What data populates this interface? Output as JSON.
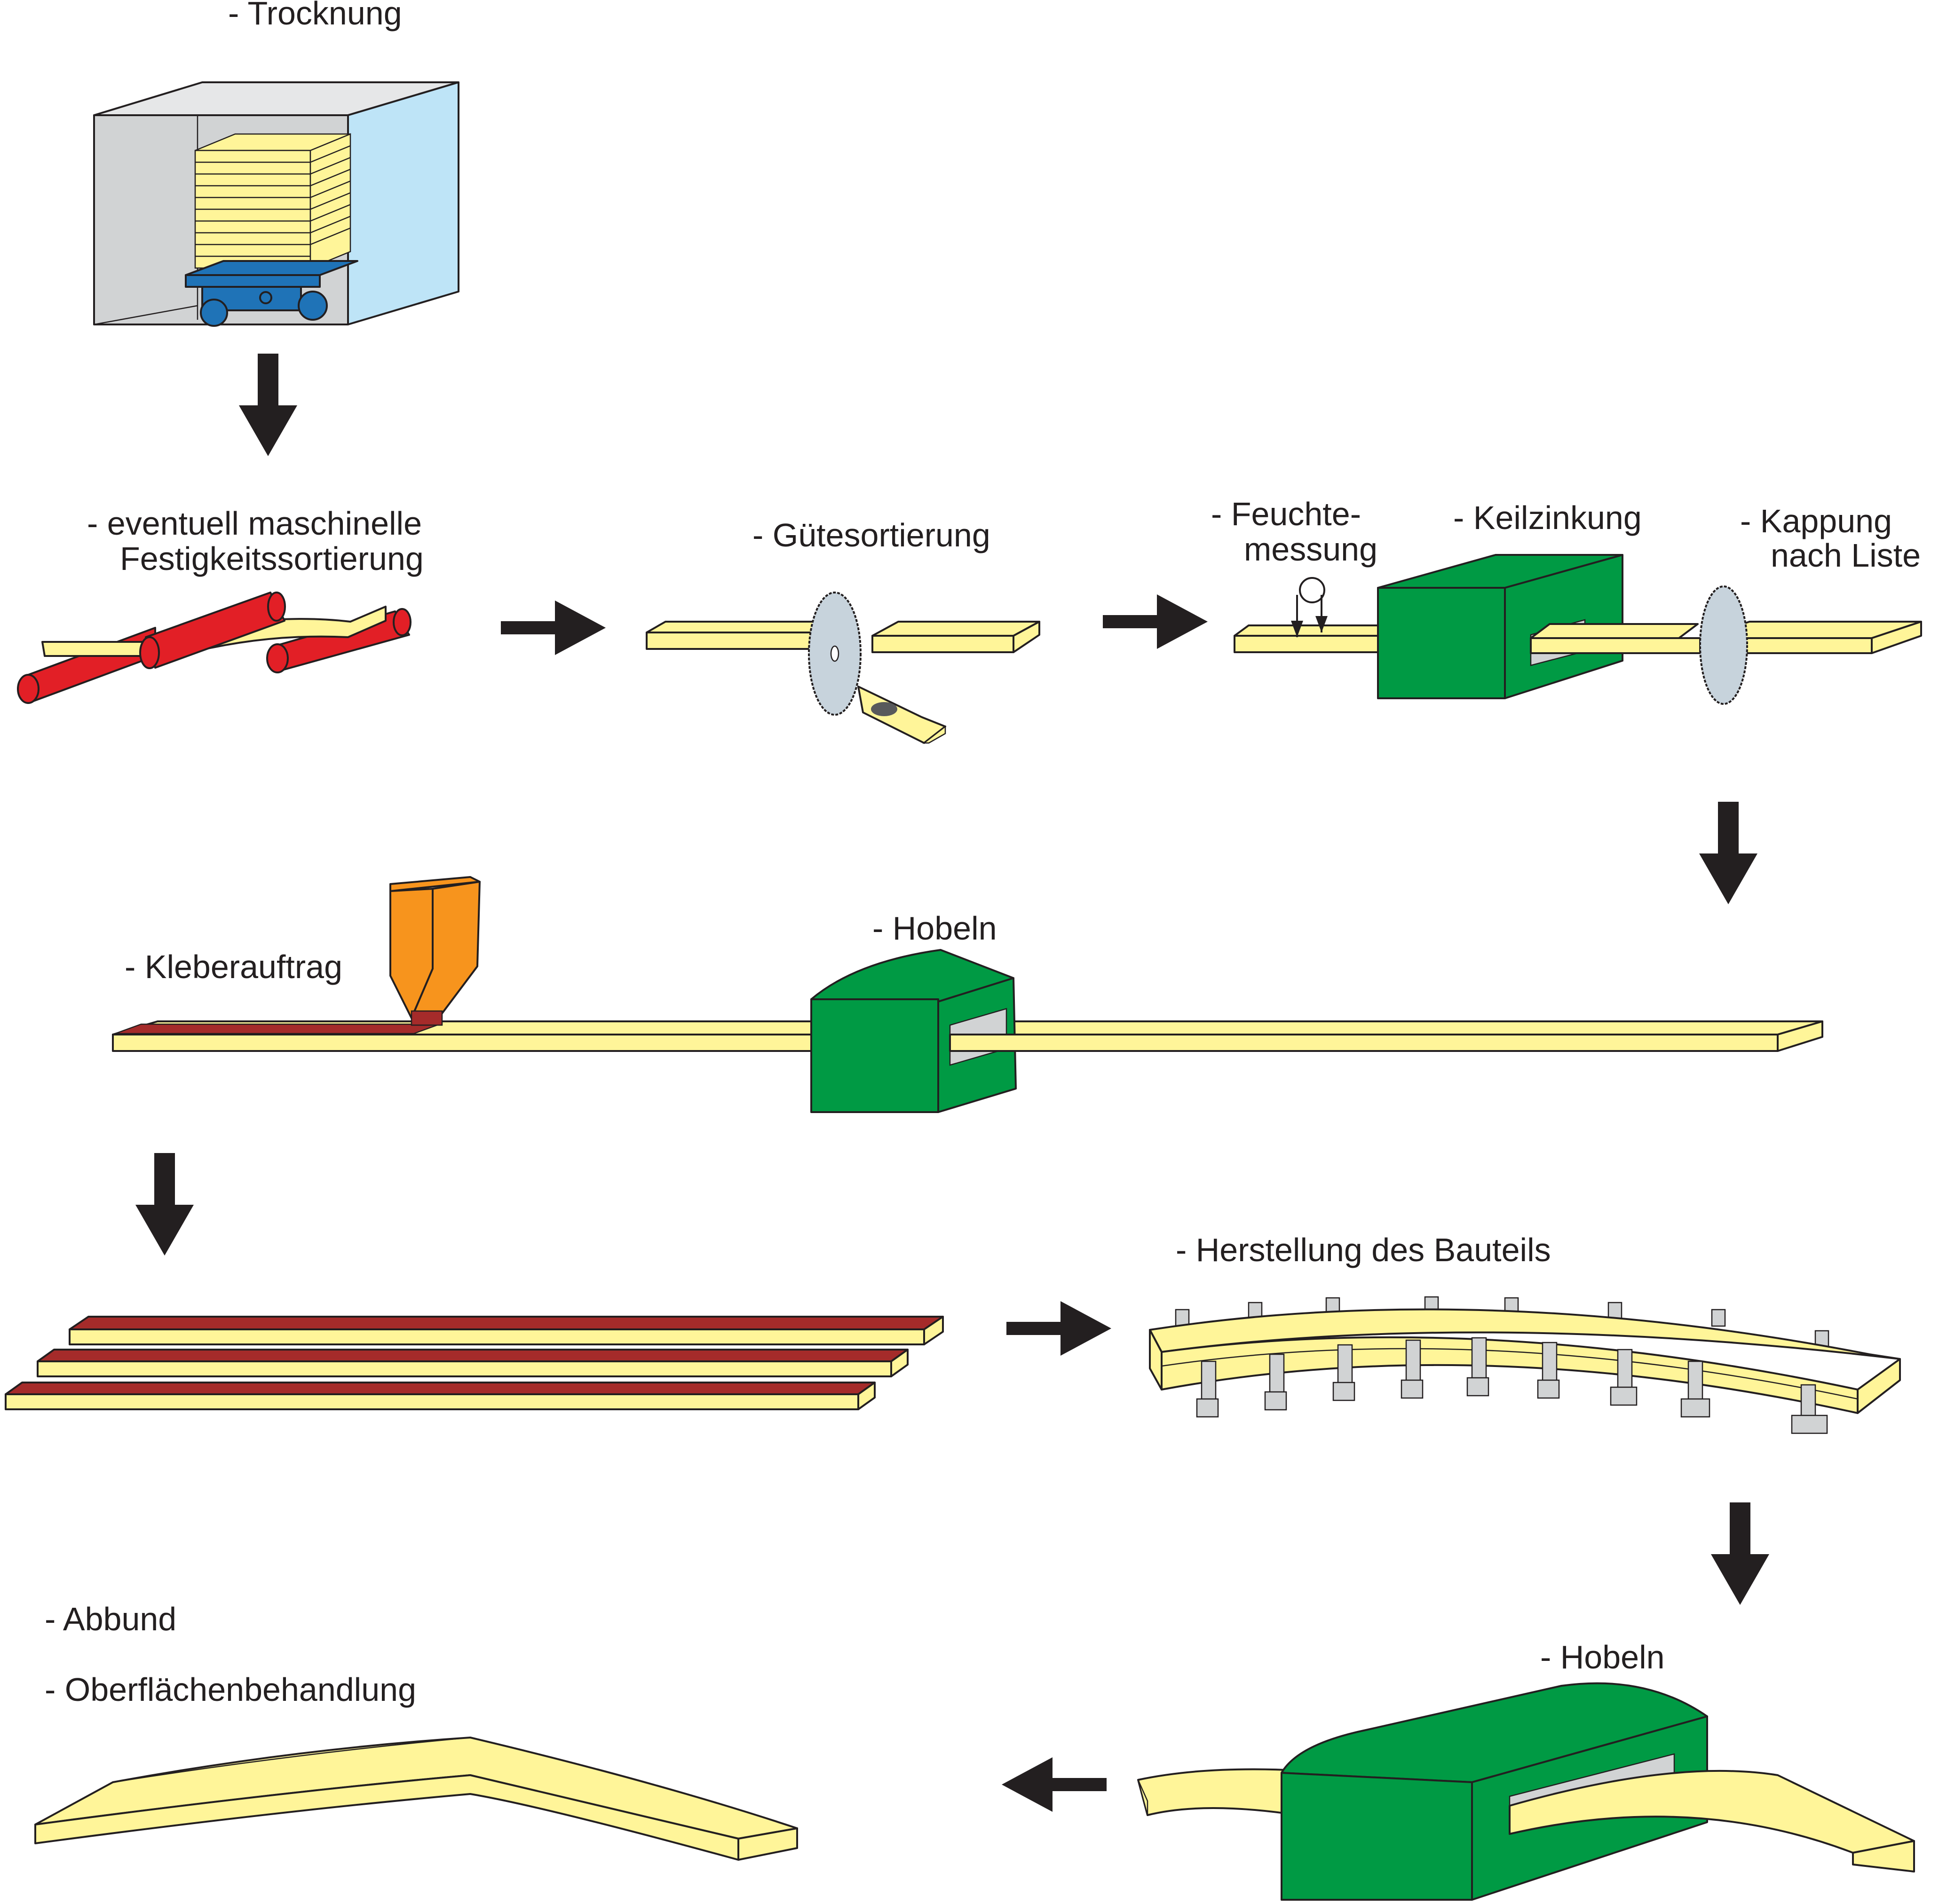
{
  "steps": {
    "drying": {
      "label": "- Trocknung"
    },
    "strength_sorting": {
      "line1": "- eventuell maschinelle",
      "line2": "Festigkeitssortierung"
    },
    "quality_sorting": {
      "label": "- Gütesortierung"
    },
    "moisture": {
      "line1": "- Feuchte-",
      "line2": "messung"
    },
    "finger_joint": {
      "label": "- Keilzinkung"
    },
    "cutting": {
      "line1": "- Kappung",
      "line2": "nach Liste"
    },
    "glue": {
      "label": "- Kleberauftrag"
    },
    "planing1": {
      "label": "- Hobeln"
    },
    "manufacture": {
      "label": "- Herstellung des Bauteils"
    },
    "planing2": {
      "label": "- Hobeln"
    },
    "joinery": {
      "label": "- Abbund"
    },
    "surface": {
      "label": "- Oberflächenbehandlung"
    }
  },
  "colors": {
    "wood": "#fff599",
    "glue": "#a52b2a",
    "roller": "#e21f26",
    "machine": "#009a44",
    "chamber_side": "#bee4f7",
    "chamber_back": "#d1d3d4",
    "cart": "#1f73b7",
    "hopper": "#f7941d",
    "blade": "#c7d3dc",
    "arrow": "#231f20"
  },
  "icons": {
    "arrow": "arrow-icon",
    "saw": "saw-blade-icon",
    "sensor": "moisture-sensor-icon"
  }
}
